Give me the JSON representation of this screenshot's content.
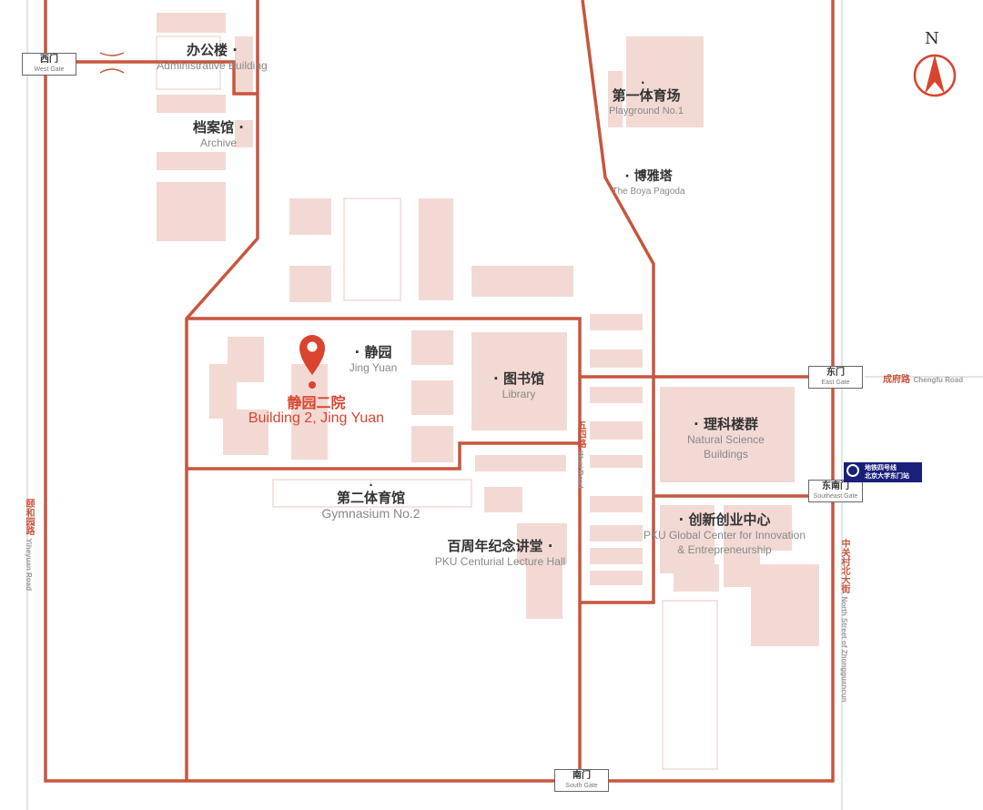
{
  "colors": {
    "road": "#c8553d",
    "building": "#f3d9d4",
    "highlight": "#d9442f",
    "metro": "#1a1f7a"
  },
  "compass": {
    "label": "N"
  },
  "gates": {
    "west": {
      "zh": "西门",
      "en": "West Gate"
    },
    "east": {
      "zh": "东门",
      "en": "East Gate"
    },
    "southeast": {
      "zh": "东南门",
      "en": "Southeast Gate"
    },
    "south": {
      "zh": "南门",
      "en": "South Gate"
    }
  },
  "roads": {
    "chengfu": {
      "zh": "成府路",
      "en": "Chengfu Road"
    },
    "yiheyuan": {
      "zh": "颐和园路",
      "en": "Yiheyuan Road"
    },
    "wusi": {
      "zh": "五四路",
      "en": "Wusi Road"
    },
    "zhongguancun": {
      "zh": "中关村北大街",
      "en": "North Street of Zhongguancun"
    }
  },
  "metro": {
    "line1": "地铁四号线",
    "line2": "北京大学东门站",
    "icon": "metro-icon"
  },
  "places": {
    "admin": {
      "zh": "办公楼",
      "en": "Administrative Building"
    },
    "archive": {
      "zh": "档案馆",
      "en": "Archive"
    },
    "playground1": {
      "zh": "第一体育场",
      "en": "Playground No.1"
    },
    "boya": {
      "zh": "博雅塔",
      "en": "The Boya Pagoda"
    },
    "jingyuan": {
      "zh": "静园",
      "en": "Jing Yuan"
    },
    "building2": {
      "zh": "静园二院",
      "en": "Building 2, Jing Yuan"
    },
    "library": {
      "zh": "图书馆",
      "en": "Library"
    },
    "science": {
      "zh": "理科楼群",
      "en1": "Natural Science",
      "en2": "Buildings"
    },
    "gym2": {
      "zh": "第二体育馆",
      "en": "Gymnasium No.2"
    },
    "lecture": {
      "zh": "百周年纪念讲堂",
      "en": "PKU Centurial Lecture Hall"
    },
    "innovation": {
      "zh": "创新创业中心",
      "en1": "PKU Global Center for Innovation",
      "en2": "& Entrepreneurship"
    }
  }
}
